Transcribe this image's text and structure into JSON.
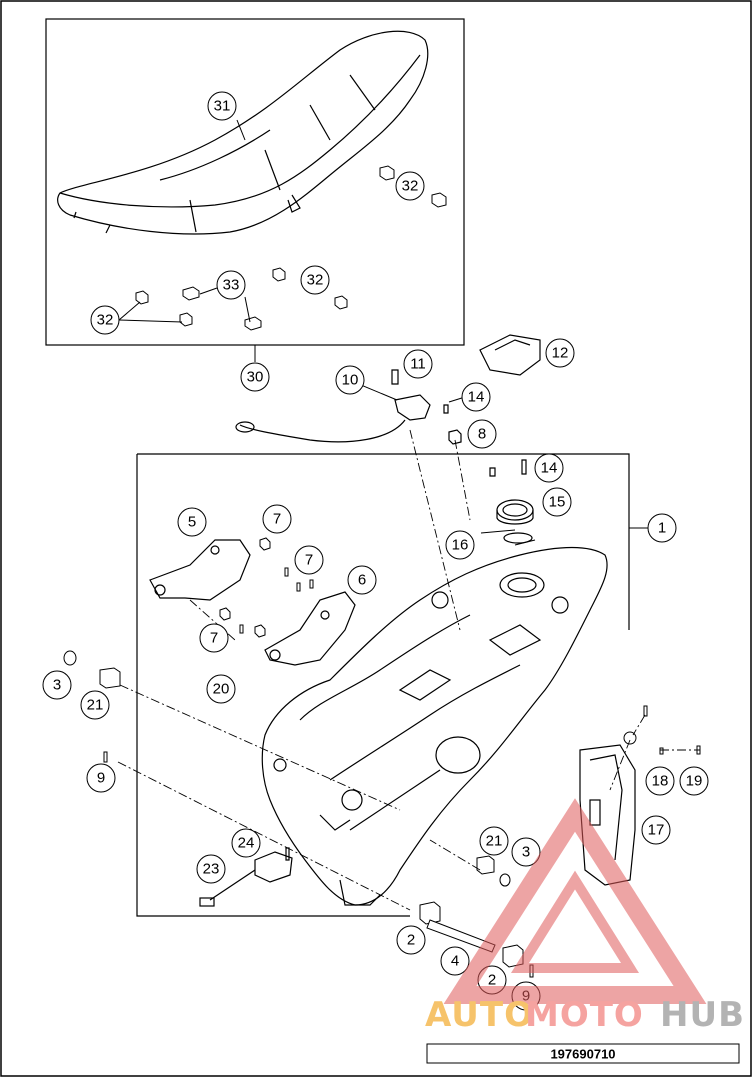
{
  "callouts": {
    "c31": "31",
    "c32a": "32",
    "c32b": "32",
    "c32c": "32",
    "c33": "33",
    "c30": "30",
    "c12": "12",
    "c11": "11",
    "c10": "10",
    "c14a": "14",
    "c8": "8",
    "c14b": "14",
    "c15": "15",
    "c16": "16",
    "c1": "1",
    "c5": "5",
    "c7a": "7",
    "c7b": "7",
    "c6": "6",
    "c7c": "7",
    "c20": "20",
    "c3a": "3",
    "c21a": "21",
    "c9a": "9",
    "c18": "18",
    "c19": "19",
    "c17": "17",
    "c24": "24",
    "c23": "23",
    "c21b": "21",
    "c3b": "3",
    "c2a": "2",
    "c4": "4",
    "c2b": "2",
    "c9b": "9"
  },
  "watermark": {
    "part1": "AUTO",
    "part2": "MOTO",
    "part3": "HUB",
    "color1": "#f6c36b",
    "color2": "#f5a3a0",
    "color3": "#b3b3b3"
  },
  "document_number": "197690710"
}
